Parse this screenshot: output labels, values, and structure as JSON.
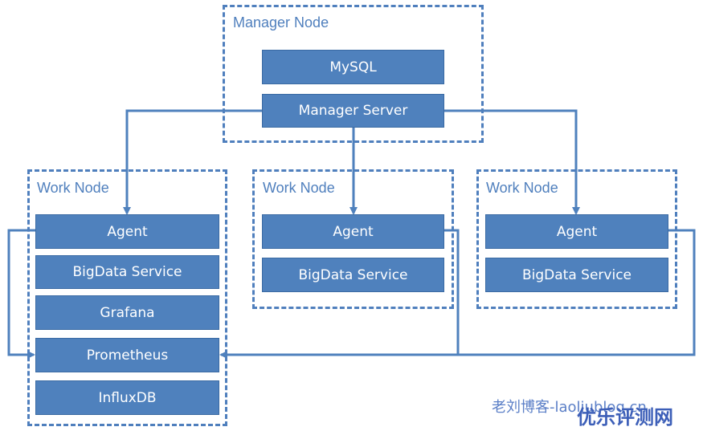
{
  "manager_node": {
    "label": "Manager Node",
    "mysql": "MySQL",
    "manager_server": "Manager Server"
  },
  "work_nodes": [
    {
      "label": "Work Node",
      "agent": "Agent",
      "bigdata": "BigData Service",
      "grafana": "Grafana",
      "prometheus": "Prometheus",
      "influxdb": "InfluxDB"
    },
    {
      "label": "Work Node",
      "agent": "Agent",
      "bigdata": "BigData Service"
    },
    {
      "label": "Work Node",
      "agent": "Agent",
      "bigdata": "BigData Service"
    }
  ],
  "watermark": {
    "line1": "老刘博客-laoliublog.cn",
    "line2": "优乐评测网"
  },
  "colors": {
    "accent": "#4f81bd",
    "border": "#4f7fbd"
  }
}
